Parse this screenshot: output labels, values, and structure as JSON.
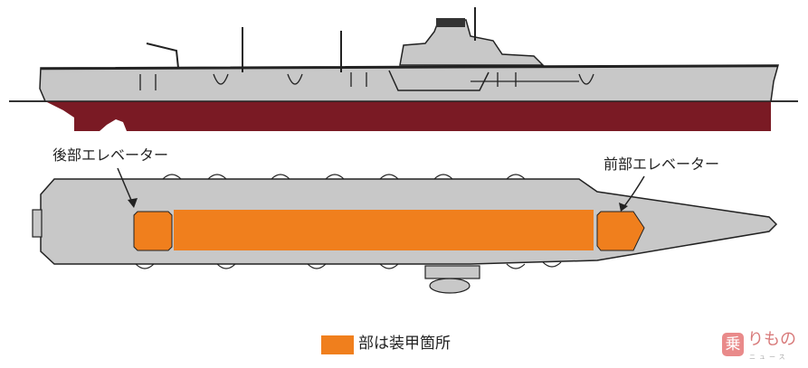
{
  "labels": {
    "rear_elevator": "後部エレベーター",
    "front_elevator": "前部エレベーター"
  },
  "legend": {
    "text": "部は装甲箇所",
    "color": "#f07f1d"
  },
  "logo": {
    "mark": "乗",
    "text": "りもの",
    "sub": "ニュース"
  },
  "colors": {
    "hull_grey": "#c8c8c8",
    "underwater": "#7a1a24",
    "armor": "#f07f1d",
    "outline": "#222222"
  }
}
